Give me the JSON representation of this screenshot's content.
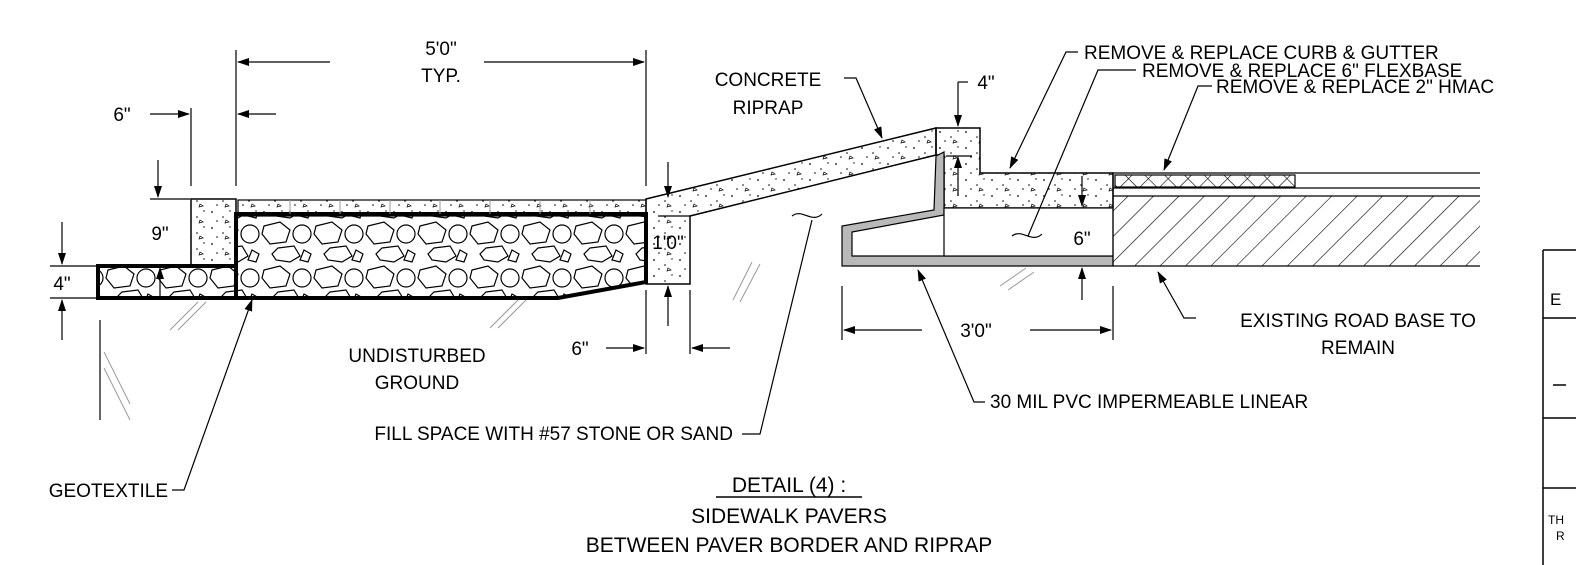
{
  "dims": {
    "width_5ft": "5'0\"",
    "typ": "TYP.",
    "border_6in": "6\"",
    "depth_9in": "9\"",
    "depth_4in": "4\"",
    "riprap_1ft": "1'0\"",
    "riprap_6in": "6\"",
    "curb_4in": "4\"",
    "flexbase_6in": "6\"",
    "width_3ft": "3'0\""
  },
  "callouts": {
    "concrete_riprap": [
      "CONCRETE",
      "RIPRAP"
    ],
    "curb_gutter": "REMOVE & REPLACE CURB & GUTTER",
    "flexbase": "REMOVE & REPLACE 6\" FLEXBASE",
    "hmac": "REMOVE & REPLACE 2\" HMAC",
    "road_base": [
      "EXISTING ROAD BASE TO",
      "REMAIN"
    ],
    "pvc_liner": "30 MIL PVC IMPERMEABLE LINEAR",
    "undisturbed": [
      "UNDISTURBED",
      "GROUND"
    ],
    "fill_space": "FILL SPACE WITH #57 STONE OR SAND",
    "geotextile": "GEOTEXTILE"
  },
  "title": {
    "detail": "DETAIL (4) :",
    "line1": "SIDEWALK PAVERS",
    "line2": "BETWEEN PAVER BORDER AND RIPRAP"
  },
  "title_block": {
    "row_label": "E",
    "note_line1": "TH",
    "note_line2": "R"
  }
}
